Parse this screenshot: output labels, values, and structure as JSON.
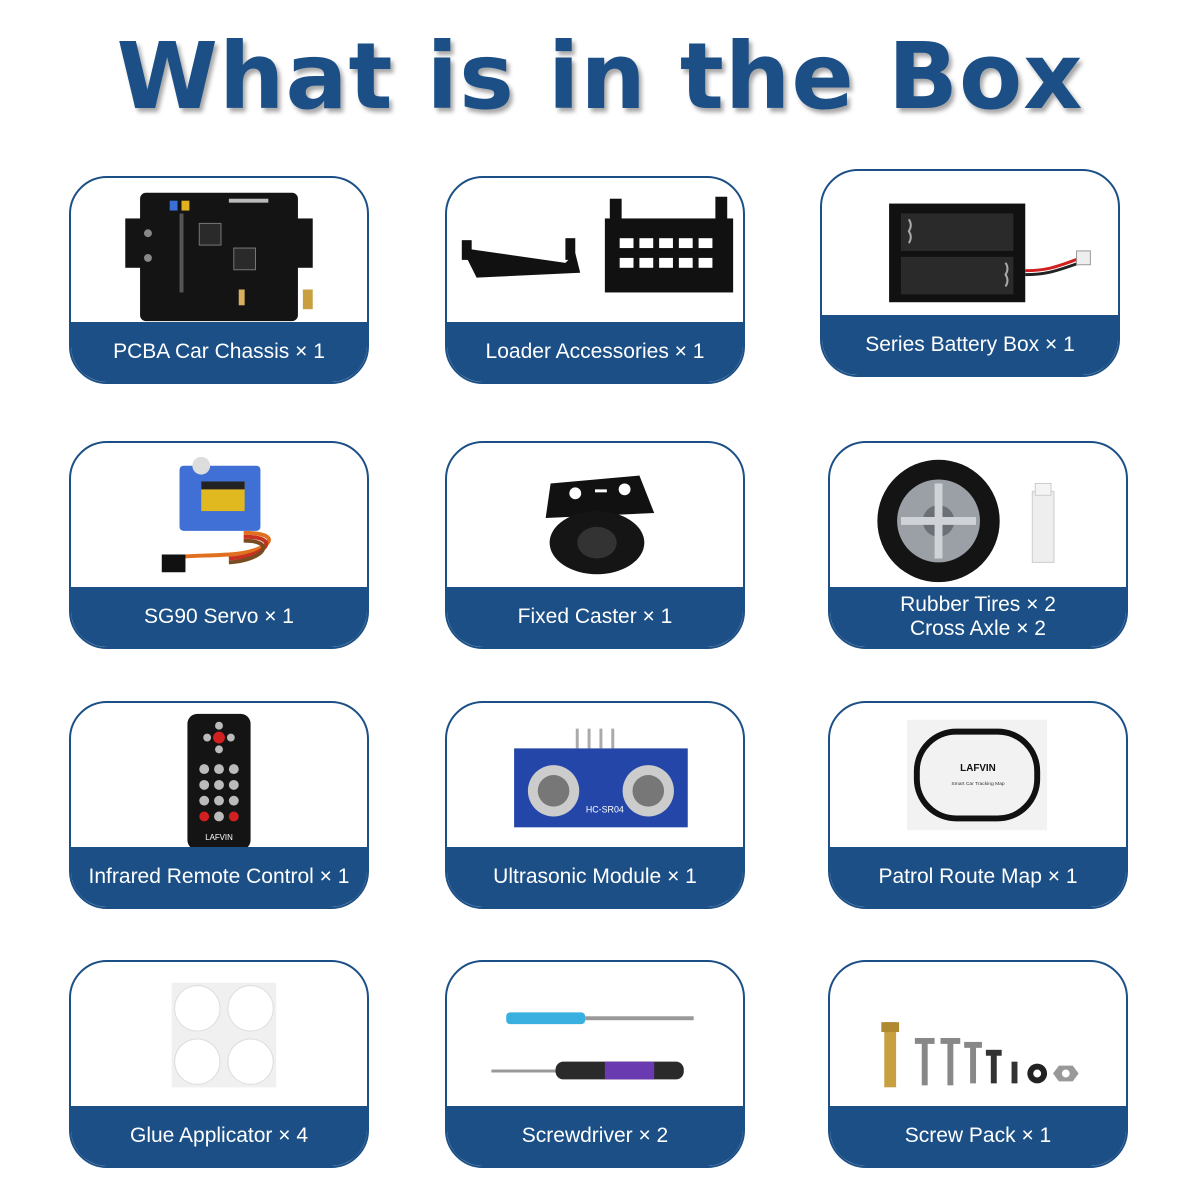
{
  "title": "What is in the Box",
  "items": [
    {
      "lines": [
        "PCBA Car Chassis × 1"
      ],
      "icon": "pcb-board-icon"
    },
    {
      "lines": [
        "Loader Accessories × 1"
      ],
      "icon": "bracket-icon"
    },
    {
      "lines": [
        "Series Battery Box × 1"
      ],
      "icon": "battery-box-icon"
    },
    {
      "lines": [
        "SG90 Servo × 1"
      ],
      "icon": "servo-icon"
    },
    {
      "lines": [
        "Fixed Caster × 1"
      ],
      "icon": "caster-icon"
    },
    {
      "lines": [
        "Rubber Tires × 2",
        "Cross Axle × 2"
      ],
      "icon": "tire-icon"
    },
    {
      "lines": [
        "Infrared Remote Control × 1"
      ],
      "icon": "remote-icon"
    },
    {
      "lines": [
        "Ultrasonic Module × 1"
      ],
      "icon": "ultrasonic-icon"
    },
    {
      "lines": [
        "Patrol Route Map × 1"
      ],
      "icon": "route-map-icon"
    },
    {
      "lines": [
        "Glue Applicator × 4"
      ],
      "icon": "glue-dots-icon"
    },
    {
      "lines": [
        "Screwdriver × 2"
      ],
      "icon": "screwdriver-icon"
    },
    {
      "lines": [
        "Screw Pack × 1"
      ],
      "icon": "screw-pack-icon"
    }
  ],
  "labels": {
    "remote_brand": "LAFVIN",
    "ultrasonic_model": "HC-SR04",
    "map_brand": "LAFVIN",
    "map_caption": "Smart Car Tracking Map"
  }
}
